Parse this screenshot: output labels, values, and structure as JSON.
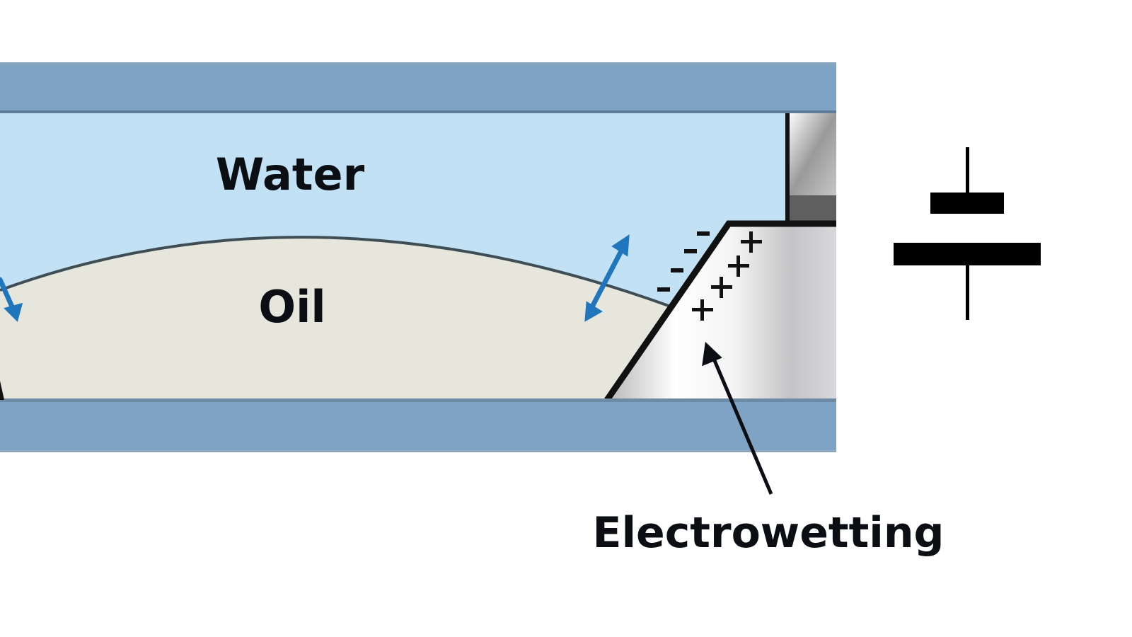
{
  "diagram": {
    "title": "Electrowetting liquid lens cross-section",
    "labels": {
      "water": "Water",
      "oil": "Oil",
      "electrowetting": "Electrowetting"
    },
    "charges": {
      "negative": [
        "−",
        "−",
        "−",
        "−"
      ],
      "positive": [
        "+",
        "+",
        "+",
        "+"
      ]
    },
    "symbols": {
      "capacitor": "capacitor-symbol",
      "arrows": [
        "double-arrow-left",
        "double-arrow-right",
        "pointer-arrow"
      ]
    },
    "colors": {
      "glass_plate": "#7fa3c4",
      "glass_edge": "#5d7d99",
      "water": "#c2e1f5",
      "oil": "#e6e6dc",
      "electrode_metal": "#c8c8c8",
      "arrow_blue": "#1f76bd",
      "ink": "#0b0f14"
    }
  }
}
